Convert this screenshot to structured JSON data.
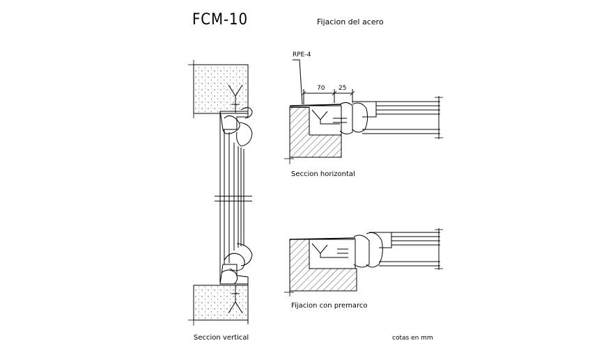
{
  "drawing": {
    "title": "FCM-10",
    "subtitle": "Fijacion del acero",
    "profile_label": "RPE-4",
    "dim_70": "70",
    "dim_25": "25",
    "caption_horizontal": "Seccion horizontal",
    "caption_premarco": "Fijacion con premarco",
    "caption_vertical": "Seccion vertical",
    "units_note": "cotas en mm"
  },
  "colors": {
    "line": "#000000",
    "background": "#ffffff"
  }
}
